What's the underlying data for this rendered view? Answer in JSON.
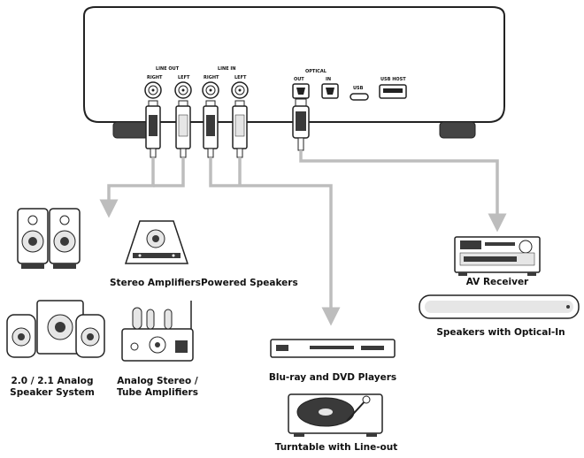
{
  "device": {
    "ports": {
      "line_out": "LINE OUT",
      "line_in": "LINE IN",
      "optical": "OPTICAL",
      "right": "RIGHT",
      "left": "LEFT",
      "out": "OUT",
      "in": "IN",
      "usb": "USB",
      "usb_host": "USB HOST"
    }
  },
  "labels": {
    "stereo_amps_powered": "Stereo AmplifiersPowered Speakers",
    "analog_system_1": "2.0 / 2.1 Analog",
    "analog_system_2": "Speaker System",
    "tube_amp_1": "Analog Stereo /",
    "tube_amp_2": "Tube Amplifiers",
    "av_receiver": "AV Receiver",
    "optical_speakers": "Speakers with Optical-In",
    "bluray": "Blu-ray and DVD Players",
    "turntable": "Turntable with Line-out"
  },
  "colors": {
    "outline": "#222222",
    "arrow": "#bdbdbd",
    "fill_dark": "#3a3a3a",
    "fill_light": "#e6e6e6"
  }
}
